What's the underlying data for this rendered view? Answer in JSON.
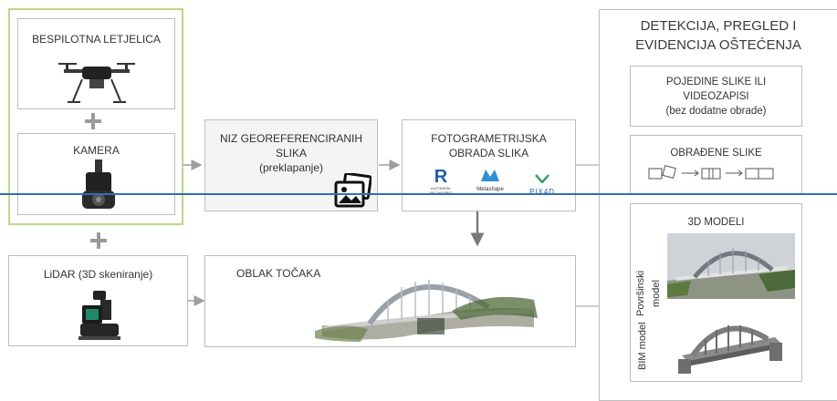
{
  "colors": {
    "green": "#b9d98a",
    "gray_border": "#bdbdbd",
    "connector": "#9e9e9e",
    "blue_line": "#2f6fb5",
    "accent_purple": "#6b3fb4"
  },
  "drone_group": {
    "title": "BESPILOTNA LETJELICA",
    "camera": "KAMERA"
  },
  "lidar": {
    "title": "LiDAR (3D skeniranje)"
  },
  "image_series": {
    "line1": "NIZ GEOREFERENCIRANIH",
    "line2": "SLIKA",
    "line3": "(preklapanje)"
  },
  "photogrammetry": {
    "line1": "FOTOGRAMETRIJSKA",
    "line2": "OBRADA SLIKA",
    "logos": [
      {
        "name": "recap-logo",
        "text": "R",
        "sub": "AUTODESK RECAP PRO"
      },
      {
        "name": "metashape-logo",
        "text": "Metashape"
      },
      {
        "name": "pix4d-logo",
        "text": "PIX4D"
      }
    ]
  },
  "point_cloud": {
    "title": "OBLAK TOČAKA"
  },
  "detection": {
    "title_line1": "DETEKCIJA, PREGLED I",
    "title_line2": "EVIDENCIJA OŠTEĆENJA",
    "single_images": {
      "line1": "POJEDINE SLIKE ILI",
      "line2": "VIDEOZAPISI",
      "line3": "(bez dodatne obrade)"
    },
    "processed_images": {
      "title": "OBRAĐENE SLIKE"
    },
    "models_3d": {
      "title": "3D MODELI",
      "surface_label": "Površinski model",
      "bim_label": "BIM model"
    }
  }
}
